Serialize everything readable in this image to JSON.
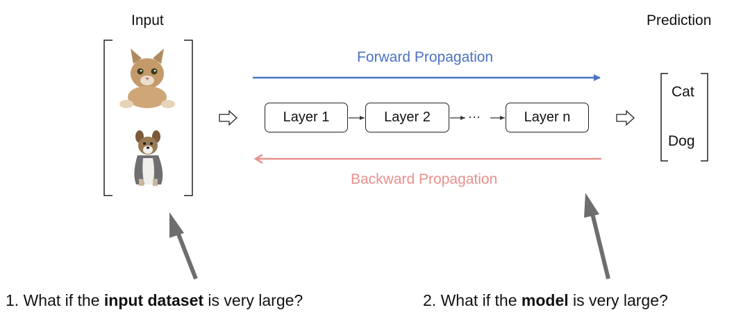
{
  "input_label": "Input",
  "prediction_label": "Prediction",
  "forward_label": "Forward Propagation",
  "backward_label": "Backward Propagation",
  "layers": [
    "Layer 1",
    "Layer 2",
    "Layer n"
  ],
  "ellipsis": "···",
  "outputs": [
    "Cat",
    "Dog"
  ],
  "images": [
    {
      "name": "cat-photo",
      "subject": "cat"
    },
    {
      "name": "dog-photo",
      "subject": "dog"
    }
  ],
  "questions": [
    {
      "prefix": "1. What if the ",
      "bold": "input dataset",
      "suffix": " is very large?"
    },
    {
      "prefix": "2. What if the ",
      "bold": "model",
      "suffix": " is very large?"
    }
  ],
  "colors": {
    "forward": "#4a72c4",
    "backward": "#e8908c",
    "pointer": "#6e6e6e",
    "text": "#111111"
  }
}
